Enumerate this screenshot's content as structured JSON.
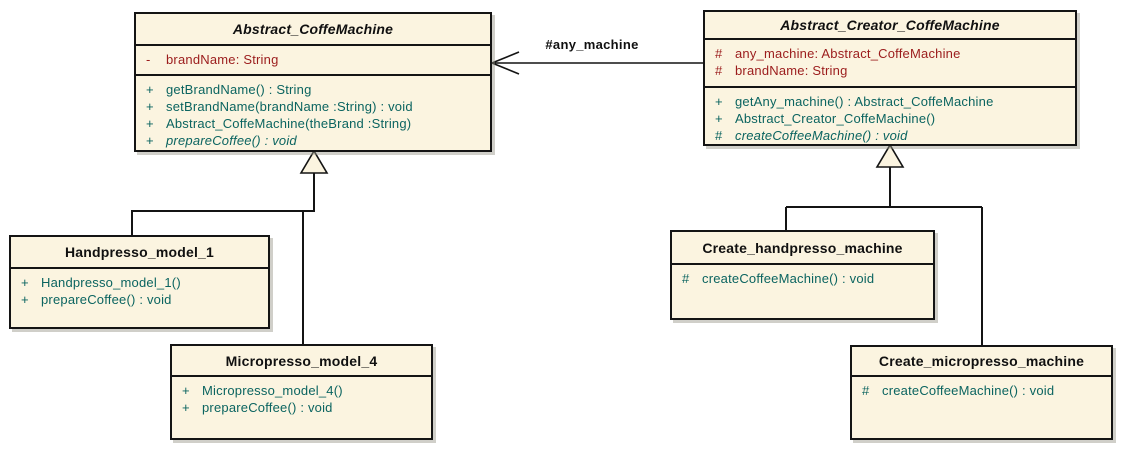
{
  "diagram": {
    "association_label": "#any_machine",
    "colors": {
      "box_fill": "#FBF4E0",
      "border": "#141414",
      "attribute_text": "#9B1C1C",
      "method_text": "#0B6460"
    },
    "classes": [
      {
        "name": "Abstract_CoffeMachine",
        "abstract": true,
        "attributes": [
          {
            "vis": "-",
            "text": "brandName: String",
            "italic": false
          }
        ],
        "methods": [
          {
            "vis": "+",
            "text": "getBrandName() : String",
            "italic": false
          },
          {
            "vis": "+",
            "text": "setBrandName(brandName :String) : void",
            "italic": false
          },
          {
            "vis": "+",
            "text": "Abstract_CoffeMachine(theBrand :String)",
            "italic": false
          },
          {
            "vis": "+",
            "text": "prepareCoffee() : void",
            "italic": true
          }
        ]
      },
      {
        "name": "Abstract_Creator_CoffeMachine",
        "abstract": true,
        "attributes": [
          {
            "vis": "#",
            "text": "any_machine: Abstract_CoffeMachine",
            "italic": false
          },
          {
            "vis": "#",
            "text": "brandName: String",
            "italic": false
          }
        ],
        "methods": [
          {
            "vis": "+",
            "text": "getAny_machine() : Abstract_CoffeMachine",
            "italic": false
          },
          {
            "vis": "+",
            "text": "Abstract_Creator_CoffeMachine()",
            "italic": false
          },
          {
            "vis": "#",
            "text": "createCoffeeMachine() : void",
            "italic": true
          }
        ]
      },
      {
        "name": "Handpresso_model_1",
        "abstract": false,
        "attributes": [],
        "methods": [
          {
            "vis": "+",
            "text": "Handpresso_model_1()",
            "italic": false
          },
          {
            "vis": "+",
            "text": "prepareCoffee() : void",
            "italic": false
          }
        ]
      },
      {
        "name": "Micropresso_model_4",
        "abstract": false,
        "attributes": [],
        "methods": [
          {
            "vis": "+",
            "text": "Micropresso_model_4()",
            "italic": false
          },
          {
            "vis": "+",
            "text": "prepareCoffee() : void",
            "italic": false
          }
        ]
      },
      {
        "name": "Create_handpresso_machine",
        "abstract": false,
        "attributes": [],
        "methods": [
          {
            "vis": "#",
            "text": "createCoffeeMachine() : void",
            "italic": false
          }
        ]
      },
      {
        "name": "Create_micropresso_machine",
        "abstract": false,
        "attributes": [],
        "methods": [
          {
            "vis": "#",
            "text": "createCoffeeMachine() : void",
            "italic": false
          }
        ]
      }
    ]
  }
}
